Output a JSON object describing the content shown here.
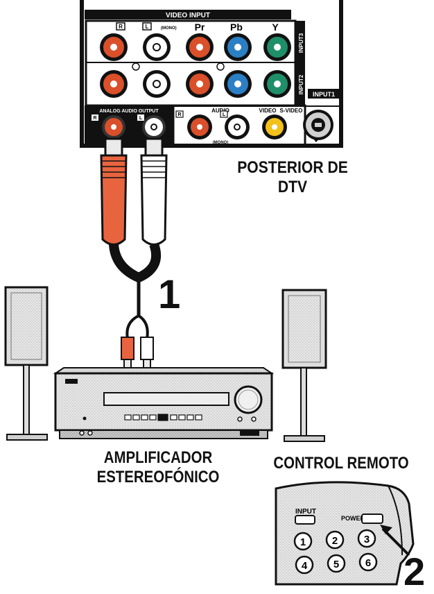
{
  "tv_panel": {
    "video_input_title": "VIDEO INPUT",
    "col_r": "R",
    "col_l": "L",
    "col_l_sub": "(MONO)",
    "col_pr": "Pr",
    "col_pb": "Pb",
    "col_y": "Y",
    "inputs3": "INPUT3",
    "inputs2": "INPUT2",
    "input1": "INPUT1",
    "analog_audio_output": "ANALOG AUDIO OUTPUT",
    "out_r": "R",
    "out_l": "L",
    "audio": "AUDIO",
    "audio_r": "R",
    "audio_l": "L",
    "audio_mono": "(MONO)",
    "video": "VIDEO",
    "s_video": "S-VIDEO"
  },
  "labels": {
    "tv_line1": "POSTERIOR DE",
    "tv_line2": "DTV",
    "amp_line1": "AMPLIFICADOR",
    "amp_line2": "ESTEREOFÓNICO",
    "remote": "CONTROL REMOTO",
    "step1": "1",
    "step2": "2"
  },
  "remote": {
    "input_label": "INPUT",
    "power_label": "POWER",
    "buttons": [
      "1",
      "2",
      "3",
      "4",
      "5",
      "6"
    ]
  },
  "colors": {
    "red_jack": "#d9502a",
    "white_jack": "#ffffff",
    "blue_jack": "#2b7fc4",
    "green_jack": "#1f8f6a",
    "yellow_jack": "#f2c21a",
    "cable_red": "#e8643f",
    "panel_dark": "#111111"
  }
}
